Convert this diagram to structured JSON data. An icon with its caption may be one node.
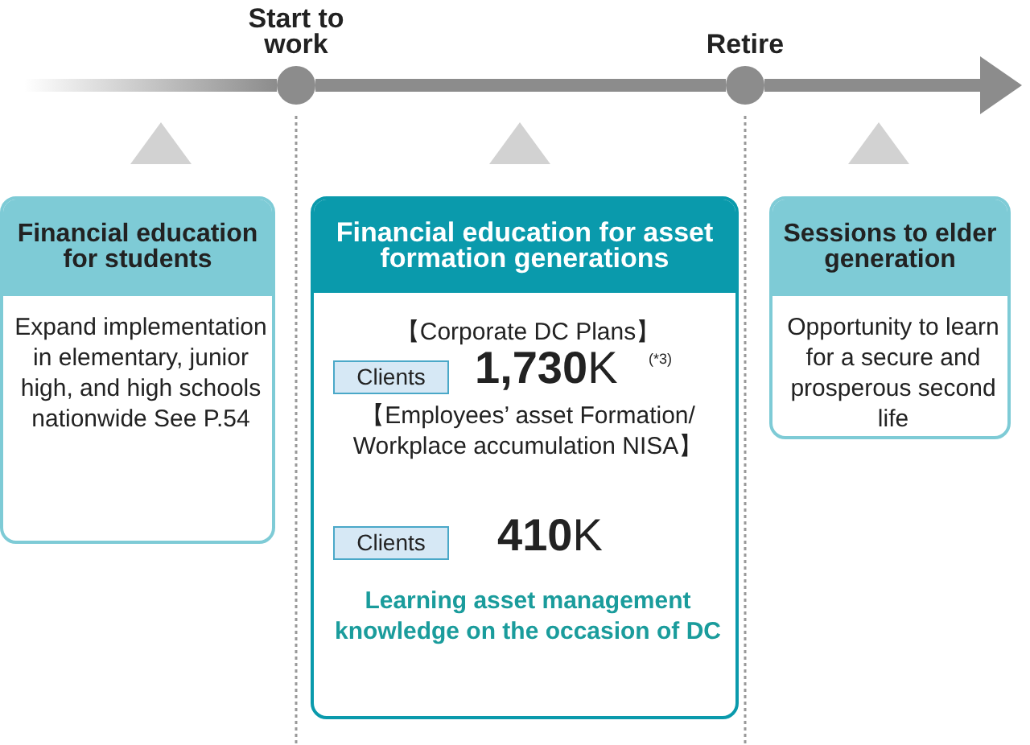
{
  "diagram": {
    "nodes": [
      {
        "text": [
          "Start to work"
        ]
      },
      {
        "text": [
          "Retire"
        ]
      },
      {
        "text": [
          "Financial education for students",
          "Expand implementation in elementary, junior high, and high schools nationwide See P.54"
        ]
      },
      {
        "text": [
          "Financial education for asset formation generations",
          "【Corporate DC Plans】",
          "**1,730**K",
          "(*3)",
          "【Employees’ asset Formation/ Workplace accumulation NISA】",
          "**410**K",
          "Learning asset management knowledge on the occasion of DC"
        ]
      },
      {
        "text": [
          "Clients"
        ],
        "in": 3
      },
      {
        "text": [
          "Clients"
        ],
        "in": 3
      },
      {
        "text": [
          "Sessions to elder generation",
          "Opportunity to learn for a secure and prosperous second life"
        ]
      }
    ],
    "edges": [
      {
        "from": null,
        "to": 0,
        "arrow": "none"
      },
      {
        "from": 0,
        "to": 1,
        "arrow": "none"
      },
      {
        "from": 1,
        "to": null,
        "arrow": "to"
      }
    ]
  }
}
